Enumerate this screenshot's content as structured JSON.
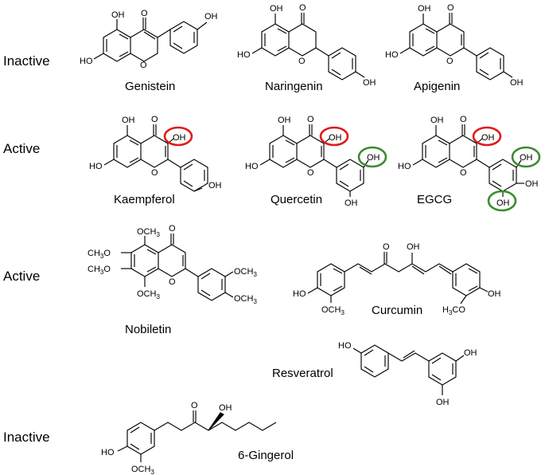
{
  "rows": [
    {
      "status": "Inactive"
    },
    {
      "status": "Active"
    },
    {
      "status": "Active"
    },
    {
      "status": "Inactive"
    }
  ],
  "compounds": {
    "genistein": "Genistein",
    "naringenin": "Naringenin",
    "apigenin": "Apigenin",
    "kaempferol": "Kaempferol",
    "quercetin": "Quercetin",
    "egcg": "EGCG",
    "nobiletin": "Nobiletin",
    "curcumin": "Curcumin",
    "resveratrol": "Resveratrol",
    "gingerol": "6-Gingerol"
  },
  "atoms": {
    "oh": "OH",
    "ho": "HO",
    "o": "O",
    "och3_a": "OCH",
    "ch3o_a": "CH",
    "h3co_a": "H",
    "sub3": "3",
    "co_tail": "CO"
  },
  "highlight_colors": {
    "red": "#e01b1b",
    "green": "#3a8c2f"
  }
}
